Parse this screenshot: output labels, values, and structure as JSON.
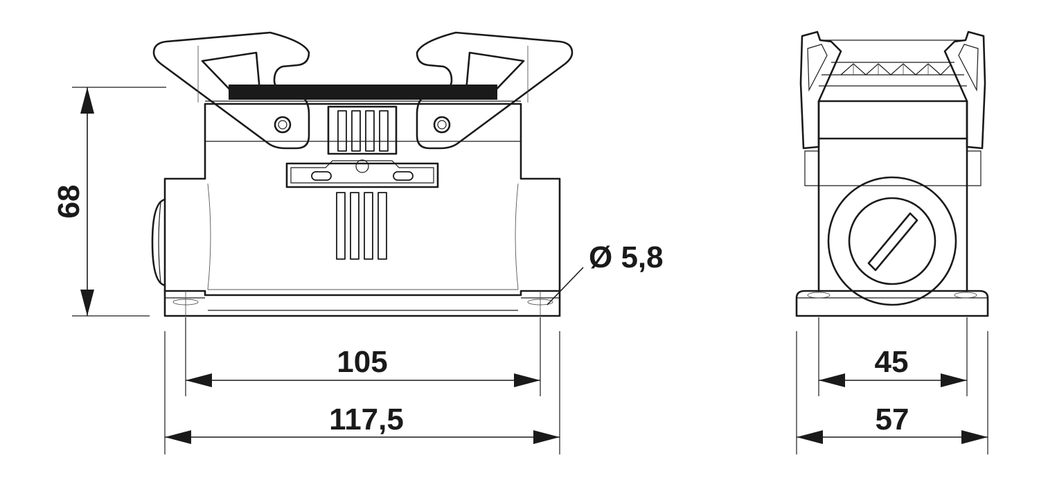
{
  "dimensions": {
    "height": "68",
    "hole_spacing_front": "105",
    "overall_width_front": "117,5",
    "hole_diameter": "Ø 5,8",
    "hole_spacing_side": "45",
    "overall_width_side": "57"
  }
}
